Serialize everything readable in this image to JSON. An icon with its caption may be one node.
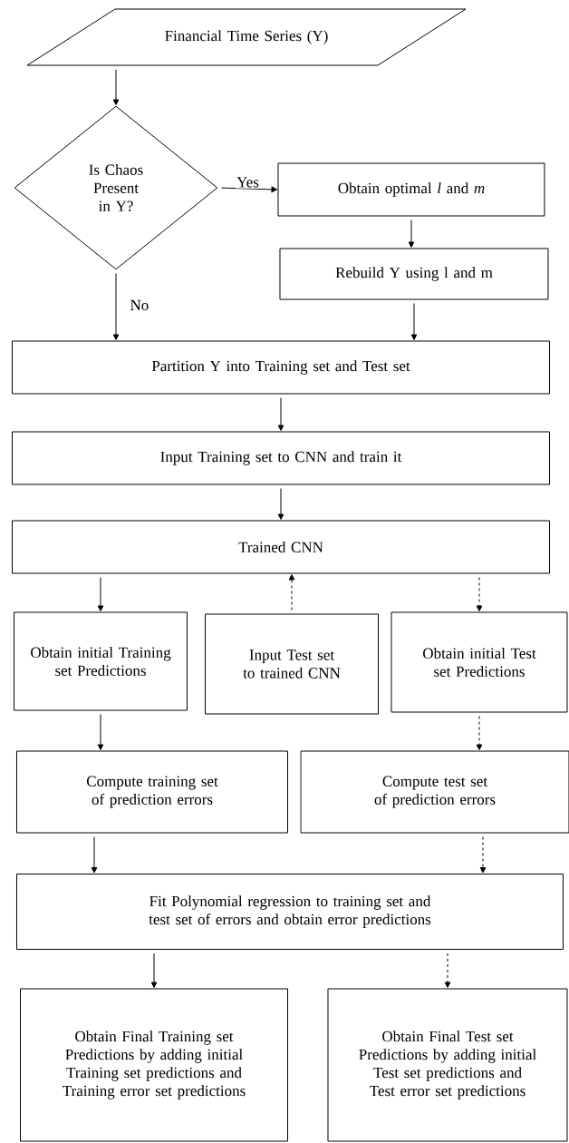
{
  "diagram": {
    "nodes": [
      {
        "text": [
          "Financial Time Series (Y)"
        ]
      },
      {
        "text": [
          "Is Chaos Present in Y?"
        ]
      },
      {
        "text": [
          "Obtain optimal *l* and *m*"
        ]
      },
      {
        "text": [
          "Rebuild Y using l and m"
        ]
      },
      {
        "text": [
          "Partition Y into Training set and Test set"
        ]
      },
      {
        "text": [
          "Input Training set to CNN and train it"
        ]
      },
      {
        "text": [
          "Trained CNN"
        ]
      },
      {
        "text": [
          "Obtain initial Training set Predictions"
        ]
      },
      {
        "text": [
          "Input Test set to trained CNN"
        ]
      },
      {
        "text": [
          "Obtain initial Test set Predictions"
        ]
      },
      {
        "text": [
          "Compute training set of prediction errors"
        ]
      },
      {
        "text": [
          "Compute test set of prediction errors"
        ]
      },
      {
        "text": [
          "Fit Polynomial regression to training set and test set of errors and obtain error predictions"
        ]
      },
      {
        "text": [
          "Obtain Final Training set Predictions by adding initial Training set predictions and Training error set predictions"
        ]
      },
      {
        "text": [
          "Obtain Final Test set Predictions by adding initial Test set predictions and Test error set predictions"
        ]
      }
    ],
    "edges": [
      {
        "from": 0,
        "to": 1,
        "arrow": "to"
      },
      {
        "from": 1,
        "to": 2,
        "arrow": "to",
        "label": "Yes"
      },
      {
        "from": 2,
        "to": 3,
        "arrow": "to"
      },
      {
        "from": 1,
        "to": 4,
        "arrow": "to",
        "label": "No"
      },
      {
        "from": 3,
        "to": 4,
        "arrow": "to"
      },
      {
        "from": 4,
        "to": 5,
        "arrow": "to"
      },
      {
        "from": 5,
        "to": 6,
        "arrow": "to"
      },
      {
        "from": 6,
        "to": 7,
        "arrow": "to"
      },
      {
        "from": 8,
        "to": 6,
        "arrow": "to",
        "style": "dashed"
      },
      {
        "from": 6,
        "to": 9,
        "arrow": "to",
        "style": "dashed"
      },
      {
        "from": 7,
        "to": 10,
        "arrow": "to"
      },
      {
        "from": 9,
        "to": 11,
        "arrow": "to",
        "style": "dashed"
      },
      {
        "from": 10,
        "to": 12,
        "arrow": "to"
      },
      {
        "from": 11,
        "to": 12,
        "arrow": "to",
        "style": "dashed"
      },
      {
        "from": 12,
        "to": 13,
        "arrow": "to"
      },
      {
        "from": 12,
        "to": 14,
        "arrow": "to",
        "style": "dashed"
      }
    ]
  }
}
